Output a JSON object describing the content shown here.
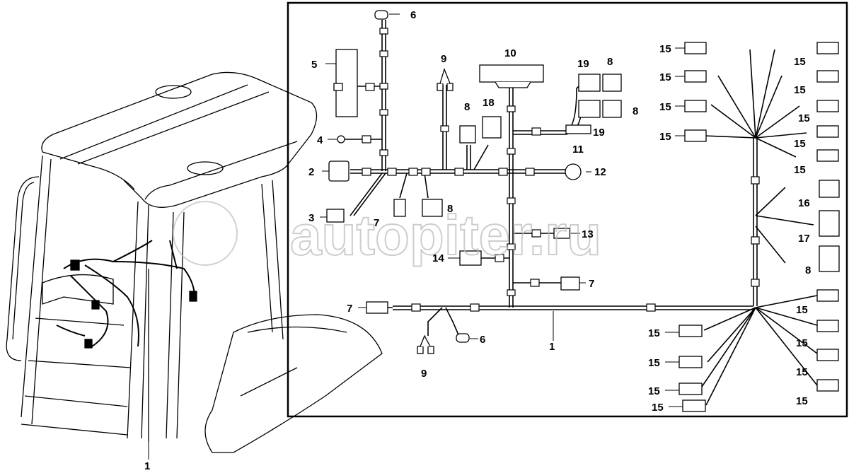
{
  "watermark": "autopiter.ru",
  "callouts": {
    "c1a": "1",
    "c1b": "1",
    "c2": "2",
    "c3": "3",
    "c4": "4",
    "c5": "5",
    "c6a": "6",
    "c6b": "6",
    "c7a": "7",
    "c7b": "7",
    "c7c": "7",
    "c8a": "8",
    "c8b": "8",
    "c8c": "8",
    "c8d": "8",
    "c8e": "8",
    "c9a": "9",
    "c9b": "9",
    "c10": "10",
    "c11": "11",
    "c12": "12",
    "c13": "13",
    "c14": "14",
    "c15": "15",
    "c16": "16",
    "c17": "17",
    "c18": "18",
    "c19a": "19",
    "c19b": "19"
  }
}
